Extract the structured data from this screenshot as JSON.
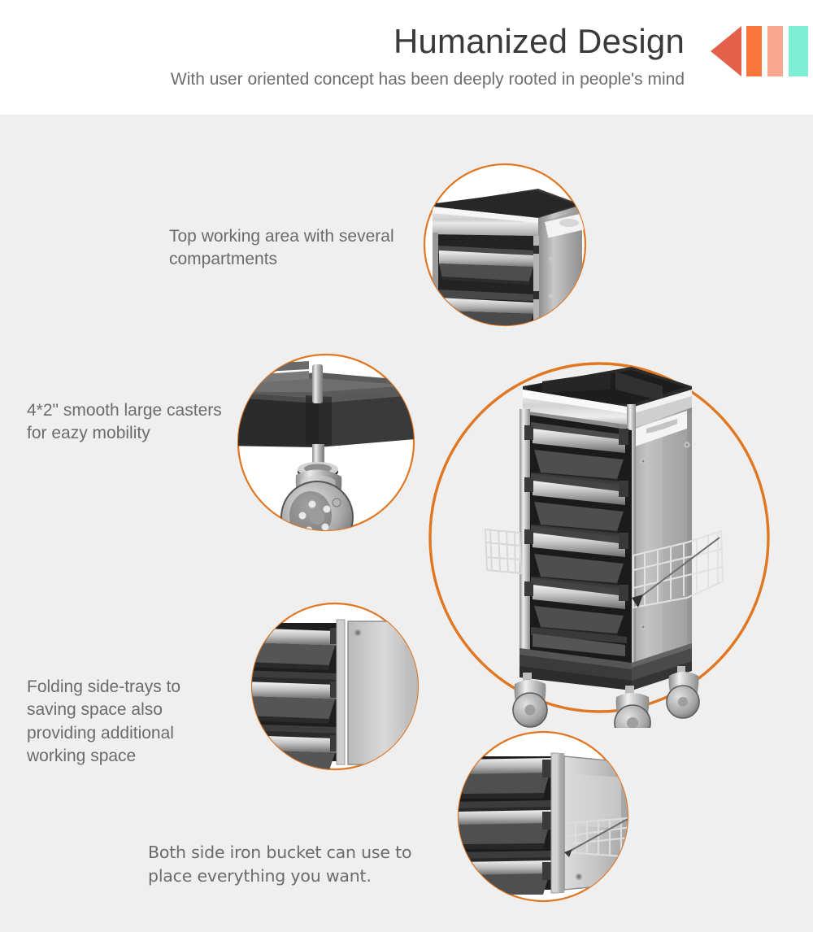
{
  "header": {
    "title": "Humanized Design",
    "subtitle": "With user oriented concept has been deeply rooted in  people's mind",
    "decoration": {
      "triangle_color": "#e4604a",
      "bar1_color": "#fa7638",
      "bar2_color": "#f9a78f",
      "bar3_color": "#7eeed3"
    }
  },
  "theme": {
    "page_background": "#efeff0",
    "header_background": "#ffffff",
    "circle_stroke": "#e07722",
    "caption_text": "#6b6b6b",
    "title_text": "#3a3a3a"
  },
  "features": [
    {
      "id": "top-working-area",
      "caption": "Top working area with several compartments",
      "image_alt": "close-up of trolley top tray and upper drawers"
    },
    {
      "id": "casters",
      "caption": "4*2\" smooth large casters for eazy mobility",
      "image_alt": "close-up of swivel caster wheel under cart base"
    },
    {
      "id": "folding-side-trays",
      "caption": "Folding side-trays to saving space also providing additional working space",
      "image_alt": "close-up of stacked folding side trays beside panel"
    },
    {
      "id": "side-iron-bucket",
      "caption": "Both side iron bucket can use to place everything you  want.",
      "image_alt": "close-up of trolley with wire baskets on both sides"
    },
    {
      "id": "full-product",
      "caption": "",
      "image_alt": "full view of salon trolley cart with five drawers, side wire baskets and casters"
    }
  ]
}
